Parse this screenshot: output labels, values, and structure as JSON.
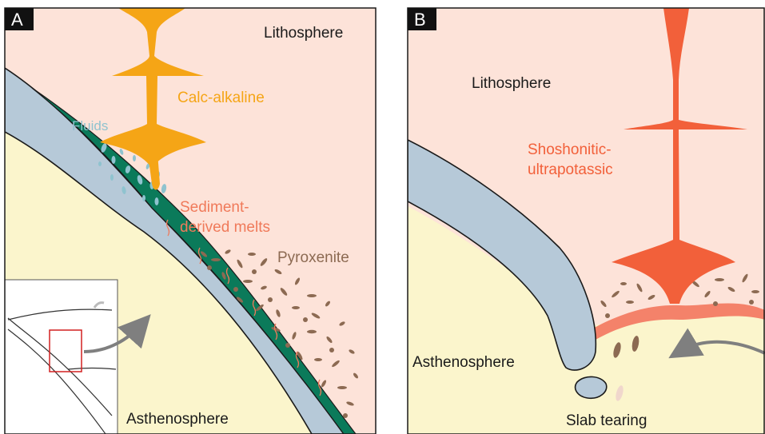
{
  "panels": {
    "a": {
      "badge": "A",
      "lithosphere": "Lithosphere",
      "calc_alkaline": "Calc-alkaline",
      "fluids": "Fluids",
      "sediment_line1": "Sediment-",
      "sediment_line2": "derived melts",
      "pyroxenite": "Pyroxenite",
      "asthenosphere": "Asthenosphere"
    },
    "b": {
      "badge": "B",
      "lithosphere": "Lithosphere",
      "shoshonitic_line1": "Shoshonitic-",
      "shoshonitic_line2": "ultrapotassic",
      "asthenosphere": "Asthenosphere",
      "slab_tearing": "Slab tearing"
    }
  },
  "colors": {
    "lithosphere": "#fde3d9",
    "asthenosphere": "#fbf5cc",
    "slab": "#b6c9d8",
    "sediment_layer": "#0b7a5a",
    "calc_alkaline_magma": "#f5a516",
    "shoshonitic_magma": "#f2603a",
    "fluids": "#8fc3cf",
    "melts": "#f07a5a",
    "pyroxenite": "#8c6a52",
    "arrow": "#7f7f7f",
    "inset_box": "#d22020"
  }
}
